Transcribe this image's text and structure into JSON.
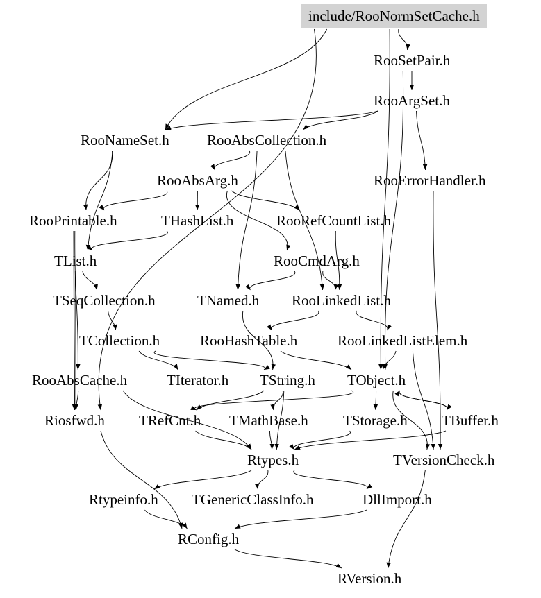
{
  "graph": {
    "nodes": [
      {
        "id": "root",
        "label": "include/RooNormSetCache.h",
        "highlight": true
      },
      {
        "id": "roosetpair",
        "label": "RooSetPair.h"
      },
      {
        "id": "rooargset",
        "label": "RooArgSet.h"
      },
      {
        "id": "roonameset",
        "label": "RooNameSet.h"
      },
      {
        "id": "rooabscollection",
        "label": "RooAbsCollection.h"
      },
      {
        "id": "rooabsarg",
        "label": "RooAbsArg.h"
      },
      {
        "id": "rooerrorhandler",
        "label": "RooErrorHandler.h"
      },
      {
        "id": "rooprintable",
        "label": "RooPrintable.h"
      },
      {
        "id": "thashlist",
        "label": "THashList.h"
      },
      {
        "id": "roorefcountlist",
        "label": "RooRefCountList.h"
      },
      {
        "id": "tlist",
        "label": "TList.h"
      },
      {
        "id": "roocmdarg",
        "label": "RooCmdArg.h"
      },
      {
        "id": "tseqcollection",
        "label": "TSeqCollection.h"
      },
      {
        "id": "tnamed",
        "label": "TNamed.h"
      },
      {
        "id": "roolinkedlist",
        "label": "RooLinkedList.h"
      },
      {
        "id": "tcollection",
        "label": "TCollection.h"
      },
      {
        "id": "roohashtable",
        "label": "RooHashTable.h"
      },
      {
        "id": "roolinkedlistelem",
        "label": "RooLinkedListElem.h"
      },
      {
        "id": "rooabscache",
        "label": "RooAbsCache.h"
      },
      {
        "id": "titerator",
        "label": "TIterator.h"
      },
      {
        "id": "tstring",
        "label": "TString.h"
      },
      {
        "id": "tobject",
        "label": "TObject.h"
      },
      {
        "id": "riosfwd",
        "label": "Riosfwd.h"
      },
      {
        "id": "trefcnt",
        "label": "TRefCnt.h"
      },
      {
        "id": "tmathbase",
        "label": "TMathBase.h"
      },
      {
        "id": "tstorage",
        "label": "TStorage.h"
      },
      {
        "id": "tbuffer",
        "label": "TBuffer.h"
      },
      {
        "id": "rtypes",
        "label": "Rtypes.h"
      },
      {
        "id": "tversioncheck",
        "label": "TVersionCheck.h"
      },
      {
        "id": "rtypeinfo",
        "label": "Rtypeinfo.h"
      },
      {
        "id": "tgenericclassinfo",
        "label": "TGenericClassInfo.h"
      },
      {
        "id": "dllimport",
        "label": "DllImport.h"
      },
      {
        "id": "rconfig",
        "label": "RConfig.h"
      },
      {
        "id": "rversion",
        "label": "RVersion.h"
      }
    ],
    "edges": [
      [
        "root",
        "roosetpair"
      ],
      [
        "root",
        "tobject"
      ],
      [
        "root",
        "roonameset"
      ],
      [
        "root",
        "riosfwd"
      ],
      [
        "roosetpair",
        "rooargset"
      ],
      [
        "roosetpair",
        "tobject"
      ],
      [
        "rooargset",
        "rooabscollection"
      ],
      [
        "rooargset",
        "rooerrorhandler"
      ],
      [
        "rooargset",
        "roonameset"
      ],
      [
        "roonameset",
        "rooprintable"
      ],
      [
        "roonameset",
        "tlist"
      ],
      [
        "rooabscollection",
        "rooabsarg"
      ],
      [
        "rooabscollection",
        "tnamed"
      ],
      [
        "rooabscollection",
        "roolinkedlist"
      ],
      [
        "rooabsarg",
        "thashlist"
      ],
      [
        "rooabsarg",
        "roorefcountlist"
      ],
      [
        "rooabsarg",
        "roocmdarg"
      ],
      [
        "rooabsarg",
        "rooprintable"
      ],
      [
        "rooerrorhandler",
        "tversioncheck"
      ],
      [
        "rooprintable",
        "riosfwd"
      ],
      [
        "rooprintable",
        "rooabscache"
      ],
      [
        "thashlist",
        "tlist"
      ],
      [
        "roorefcountlist",
        "roolinkedlist"
      ],
      [
        "tlist",
        "tseqcollection"
      ],
      [
        "tlist",
        "riosfwd"
      ],
      [
        "roocmdarg",
        "tnamed"
      ],
      [
        "roocmdarg",
        "roolinkedlist"
      ],
      [
        "tseqcollection",
        "tcollection"
      ],
      [
        "tnamed",
        "tstring"
      ],
      [
        "roolinkedlist",
        "roohashtable"
      ],
      [
        "roolinkedlist",
        "roolinkedlistelem"
      ],
      [
        "tcollection",
        "titerator"
      ],
      [
        "tcollection",
        "tstring"
      ],
      [
        "roohashtable",
        "tobject"
      ],
      [
        "roolinkedlistelem",
        "tobject"
      ],
      [
        "roolinkedlistelem",
        "tversioncheck"
      ],
      [
        "rooabscache",
        "riosfwd"
      ],
      [
        "rooabscache",
        "rtypes"
      ],
      [
        "tstring",
        "trefcnt"
      ],
      [
        "tstring",
        "tmathbase"
      ],
      [
        "tstring",
        "rtypes"
      ],
      [
        "tobject",
        "tstorage"
      ],
      [
        "tobject",
        "tbuffer"
      ],
      [
        "tobject",
        "trefcnt"
      ],
      [
        "tobject",
        "tversioncheck"
      ],
      [
        "tbuffer",
        "tobject"
      ],
      [
        "tbuffer",
        "rtypes"
      ],
      [
        "trefcnt",
        "rtypes"
      ],
      [
        "tmathbase",
        "rtypes"
      ],
      [
        "tstorage",
        "rtypes"
      ],
      [
        "tversioncheck",
        "rversion"
      ],
      [
        "riosfwd",
        "rconfig"
      ],
      [
        "rtypes",
        "rtypeinfo"
      ],
      [
        "rtypes",
        "tgenericclassinfo"
      ],
      [
        "rtypes",
        "dllimport"
      ],
      [
        "rtypeinfo",
        "rconfig"
      ],
      [
        "dllimport",
        "rconfig"
      ],
      [
        "rconfig",
        "rversion"
      ]
    ]
  }
}
